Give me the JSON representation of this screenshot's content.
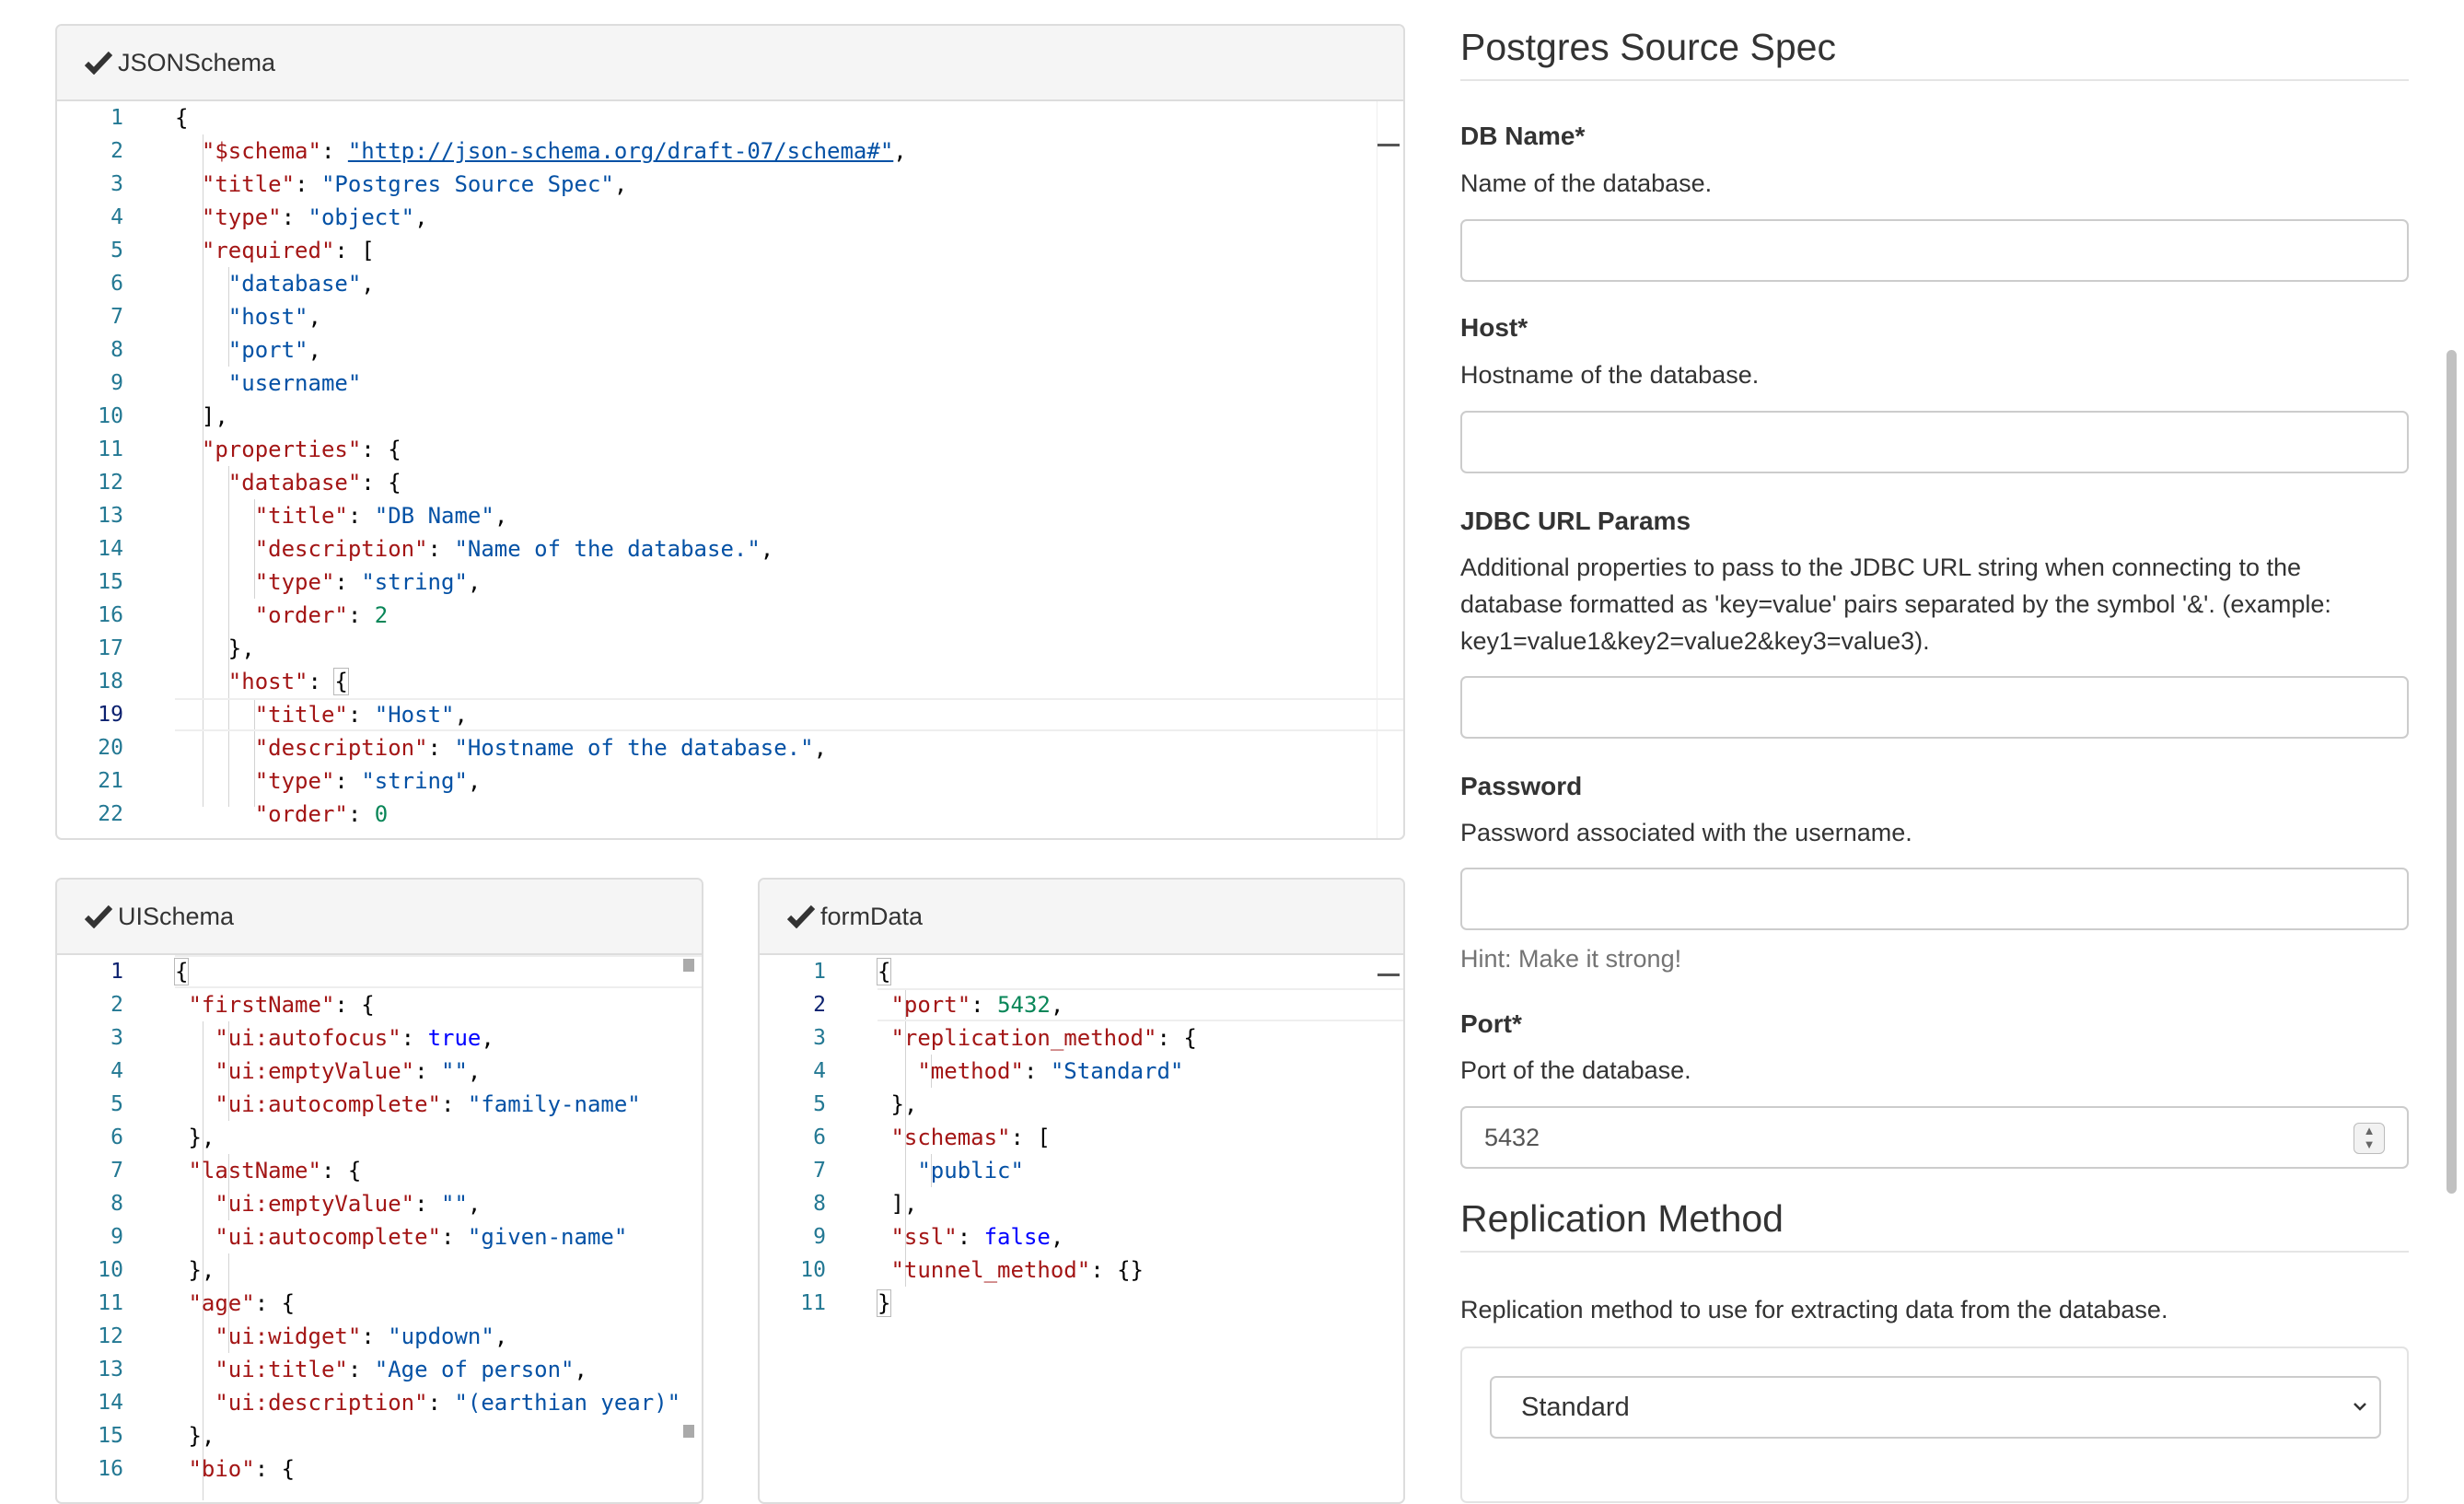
{
  "panels": {
    "json_schema": {
      "title": "JSONSchema",
      "lines": [
        [
          [
            "p",
            "{"
          ]
        ],
        [
          [
            "p",
            "  "
          ],
          [
            "k",
            "\"$schema\""
          ],
          [
            "p",
            ": "
          ],
          [
            "su",
            "\"http://json-schema.org/draft-07/schema#\""
          ],
          [
            "p",
            ","
          ]
        ],
        [
          [
            "p",
            "  "
          ],
          [
            "k",
            "\"title\""
          ],
          [
            "p",
            ": "
          ],
          [
            "s",
            "\"Postgres Source Spec\""
          ],
          [
            "p",
            ","
          ]
        ],
        [
          [
            "p",
            "  "
          ],
          [
            "k",
            "\"type\""
          ],
          [
            "p",
            ": "
          ],
          [
            "s",
            "\"object\""
          ],
          [
            "p",
            ","
          ]
        ],
        [
          [
            "p",
            "  "
          ],
          [
            "k",
            "\"required\""
          ],
          [
            "p",
            ": ["
          ]
        ],
        [
          [
            "p",
            "    "
          ],
          [
            "s",
            "\"database\""
          ],
          [
            "p",
            ","
          ]
        ],
        [
          [
            "p",
            "    "
          ],
          [
            "s",
            "\"host\""
          ],
          [
            "p",
            ","
          ]
        ],
        [
          [
            "p",
            "    "
          ],
          [
            "s",
            "\"port\""
          ],
          [
            "p",
            ","
          ]
        ],
        [
          [
            "p",
            "    "
          ],
          [
            "s",
            "\"username\""
          ]
        ],
        [
          [
            "p",
            "  ],"
          ]
        ],
        [
          [
            "p",
            "  "
          ],
          [
            "k",
            "\"properties\""
          ],
          [
            "p",
            ": {"
          ]
        ],
        [
          [
            "p",
            "    "
          ],
          [
            "k",
            "\"database\""
          ],
          [
            "p",
            ": {"
          ]
        ],
        [
          [
            "p",
            "      "
          ],
          [
            "k",
            "\"title\""
          ],
          [
            "p",
            ": "
          ],
          [
            "s",
            "\"DB Name\""
          ],
          [
            "p",
            ","
          ]
        ],
        [
          [
            "p",
            "      "
          ],
          [
            "k",
            "\"description\""
          ],
          [
            "p",
            ": "
          ],
          [
            "s",
            "\"Name of the database.\""
          ],
          [
            "p",
            ","
          ]
        ],
        [
          [
            "p",
            "      "
          ],
          [
            "k",
            "\"type\""
          ],
          [
            "p",
            ": "
          ],
          [
            "s",
            "\"string\""
          ],
          [
            "p",
            ","
          ]
        ],
        [
          [
            "p",
            "      "
          ],
          [
            "k",
            "\"order\""
          ],
          [
            "p",
            ": "
          ],
          [
            "n",
            "2"
          ]
        ],
        [
          [
            "p",
            "    },"
          ]
        ],
        [
          [
            "p",
            "    "
          ],
          [
            "k",
            "\"host\""
          ],
          [
            "p",
            ": "
          ],
          [
            "br",
            "{"
          ]
        ],
        [
          [
            "p",
            "      "
          ],
          [
            "k",
            "\"title\""
          ],
          [
            "p",
            ": "
          ],
          [
            "s",
            "\"Host\""
          ],
          [
            "p",
            ","
          ]
        ],
        [
          [
            "p",
            "      "
          ],
          [
            "k",
            "\"description\""
          ],
          [
            "p",
            ": "
          ],
          [
            "s",
            "\"Hostname of the database.\""
          ],
          [
            "p",
            ","
          ]
        ],
        [
          [
            "p",
            "      "
          ],
          [
            "k",
            "\"type\""
          ],
          [
            "p",
            ": "
          ],
          [
            "s",
            "\"string\""
          ],
          [
            "p",
            ","
          ]
        ],
        [
          [
            "p",
            "      "
          ],
          [
            "k",
            "\"order\""
          ],
          [
            "p",
            ": "
          ],
          [
            "n",
            "0"
          ]
        ]
      ],
      "active_line": 19
    },
    "ui_schema": {
      "title": "UISchema",
      "lines": [
        [
          [
            "br",
            "{"
          ]
        ],
        [
          [
            "p",
            " "
          ],
          [
            "k",
            "\"firstName\""
          ],
          [
            "p",
            ": {"
          ]
        ],
        [
          [
            "p",
            "   "
          ],
          [
            "k",
            "\"ui:autofocus\""
          ],
          [
            "p",
            ": "
          ],
          [
            "b",
            "true"
          ],
          [
            "p",
            ","
          ]
        ],
        [
          [
            "p",
            "   "
          ],
          [
            "k",
            "\"ui:emptyValue\""
          ],
          [
            "p",
            ": "
          ],
          [
            "s",
            "\"\""
          ],
          [
            "p",
            ","
          ]
        ],
        [
          [
            "p",
            "   "
          ],
          [
            "k",
            "\"ui:autocomplete\""
          ],
          [
            "p",
            ": "
          ],
          [
            "s",
            "\"family-name\""
          ]
        ],
        [
          [
            "p",
            " },"
          ]
        ],
        [
          [
            "p",
            " "
          ],
          [
            "k",
            "\"lastName\""
          ],
          [
            "p",
            ": {"
          ]
        ],
        [
          [
            "p",
            "   "
          ],
          [
            "k",
            "\"ui:emptyValue\""
          ],
          [
            "p",
            ": "
          ],
          [
            "s",
            "\"\""
          ],
          [
            "p",
            ","
          ]
        ],
        [
          [
            "p",
            "   "
          ],
          [
            "k",
            "\"ui:autocomplete\""
          ],
          [
            "p",
            ": "
          ],
          [
            "s",
            "\"given-name\""
          ]
        ],
        [
          [
            "p",
            " },"
          ]
        ],
        [
          [
            "p",
            " "
          ],
          [
            "k",
            "\"age\""
          ],
          [
            "p",
            ": {"
          ]
        ],
        [
          [
            "p",
            "   "
          ],
          [
            "k",
            "\"ui:widget\""
          ],
          [
            "p",
            ": "
          ],
          [
            "s",
            "\"updown\""
          ],
          [
            "p",
            ","
          ]
        ],
        [
          [
            "p",
            "   "
          ],
          [
            "k",
            "\"ui:title\""
          ],
          [
            "p",
            ": "
          ],
          [
            "s",
            "\"Age of person\""
          ],
          [
            "p",
            ","
          ]
        ],
        [
          [
            "p",
            "   "
          ],
          [
            "k",
            "\"ui:description\""
          ],
          [
            "p",
            ": "
          ],
          [
            "s",
            "\"(earthian year)\""
          ]
        ],
        [
          [
            "p",
            " },"
          ]
        ],
        [
          [
            "p",
            " "
          ],
          [
            "k",
            "\"bio\""
          ],
          [
            "p",
            ": {"
          ]
        ]
      ],
      "active_line": 1
    },
    "form_data": {
      "title": "formData",
      "lines": [
        [
          [
            "br",
            "{"
          ]
        ],
        [
          [
            "p",
            " "
          ],
          [
            "k",
            "\"port\""
          ],
          [
            "p",
            ": "
          ],
          [
            "n",
            "5432"
          ],
          [
            "p",
            ","
          ]
        ],
        [
          [
            "p",
            " "
          ],
          [
            "k",
            "\"replication_method\""
          ],
          [
            "p",
            ": {"
          ]
        ],
        [
          [
            "p",
            "   "
          ],
          [
            "k",
            "\"method\""
          ],
          [
            "p",
            ": "
          ],
          [
            "s",
            "\"Standard\""
          ]
        ],
        [
          [
            "p",
            " },"
          ]
        ],
        [
          [
            "p",
            " "
          ],
          [
            "k",
            "\"schemas\""
          ],
          [
            "p",
            ": ["
          ]
        ],
        [
          [
            "p",
            "   "
          ],
          [
            "s",
            "\"public\""
          ]
        ],
        [
          [
            "p",
            " ],"
          ]
        ],
        [
          [
            "p",
            " "
          ],
          [
            "k",
            "\"ssl\""
          ],
          [
            "p",
            ": "
          ],
          [
            "b",
            "false"
          ],
          [
            "p",
            ","
          ]
        ],
        [
          [
            "p",
            " "
          ],
          [
            "k",
            "\"tunnel_method\""
          ],
          [
            "p",
            ": {}"
          ]
        ],
        [
          [
            "br",
            "}"
          ]
        ]
      ],
      "active_line": 2
    }
  },
  "form": {
    "title": "Postgres Source Spec",
    "db_name": {
      "label": "DB Name*",
      "description": "Name of the database.",
      "value": ""
    },
    "host": {
      "label": "Host*",
      "description": "Hostname of the database.",
      "value": ""
    },
    "jdbc": {
      "label": "JDBC URL Params",
      "description": "Additional properties to pass to the JDBC URL string when connecting to the database formatted as 'key=value' pairs separated by the symbol '&'. (example: key1=value1&key2=value2&key3=value3).",
      "value": ""
    },
    "password": {
      "label": "Password",
      "description": "Password associated with the username.",
      "value": "",
      "hint": "Hint: Make it strong!"
    },
    "port": {
      "label": "Port*",
      "description": "Port of the database.",
      "value": "5432"
    },
    "replication": {
      "legend": "Replication Method",
      "description": "Replication method to use for extracting data from the database.",
      "selected": "Standard"
    }
  },
  "icons": {
    "check": "check-icon",
    "stepper": "stepper-icon",
    "chevron": "chevron-down-icon"
  }
}
